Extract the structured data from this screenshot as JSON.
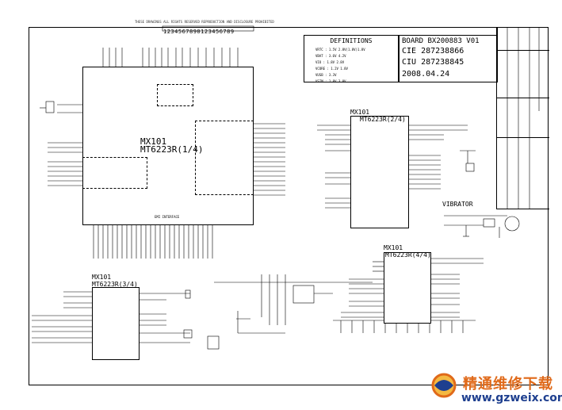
{
  "header": {
    "note": "THESE DRAWINGS ALL RIGHTS RESERVED REPRODUCTION AND DISCLOSURE PROHIBITED",
    "part_number": "1234567890123456789"
  },
  "definitions": {
    "title": "DEFINITIONS",
    "lines": [
      "VRTC : 1.5V 2.8V(1.8V)1.8V",
      "VBAT : 3.6V 4.2V",
      "VIO : 1.8V 2.8V",
      "VCORE : 1.2V 1.8V",
      "VUSB : 3.3V",
      "VSIM : 1.8V 3.0V"
    ]
  },
  "board": {
    "line1": "BOARD BX200883 V01",
    "line2": "CIE 287238866",
    "line3": "CIU 287238845",
    "line4": "2008.04.24"
  },
  "chips": {
    "u1_ref": "MX101",
    "u1_name": "MT6223R(1/4)",
    "u1_bottom": "EMI INTERFACE",
    "u2_ref": "MX101",
    "u2_name": "MT6223R(2/4)",
    "u3_ref": "MX101",
    "u3_name": "MT6223R(3/4)",
    "u4_ref": "MX101",
    "u4_name": "MT6223R(4/4)"
  },
  "vibrator": {
    "label": "VIBRATOR"
  },
  "watermark": {
    "cn": "精通维修下载",
    "url": "www.gzweix.com"
  }
}
